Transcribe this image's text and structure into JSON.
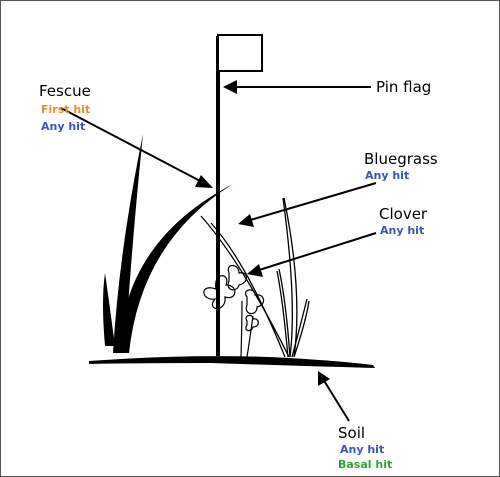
{
  "colors": {
    "first_hit": "#E0922A",
    "any_hit": "#3A55B8",
    "basal_hit": "#2FA52F",
    "ink": "#000000"
  },
  "labels": {
    "fescue": {
      "name": "Fescue",
      "hits": [
        "First hit",
        "Any hit"
      ]
    },
    "pin_flag": {
      "name": "Pin flag"
    },
    "bluegrass": {
      "name": "Bluegrass",
      "hits": [
        "Any hit"
      ]
    },
    "clover": {
      "name": "Clover",
      "hits": [
        "Any hit"
      ]
    },
    "soil": {
      "name": "Soil",
      "hits": [
        "Any hit",
        "Basal hit"
      ]
    }
  }
}
